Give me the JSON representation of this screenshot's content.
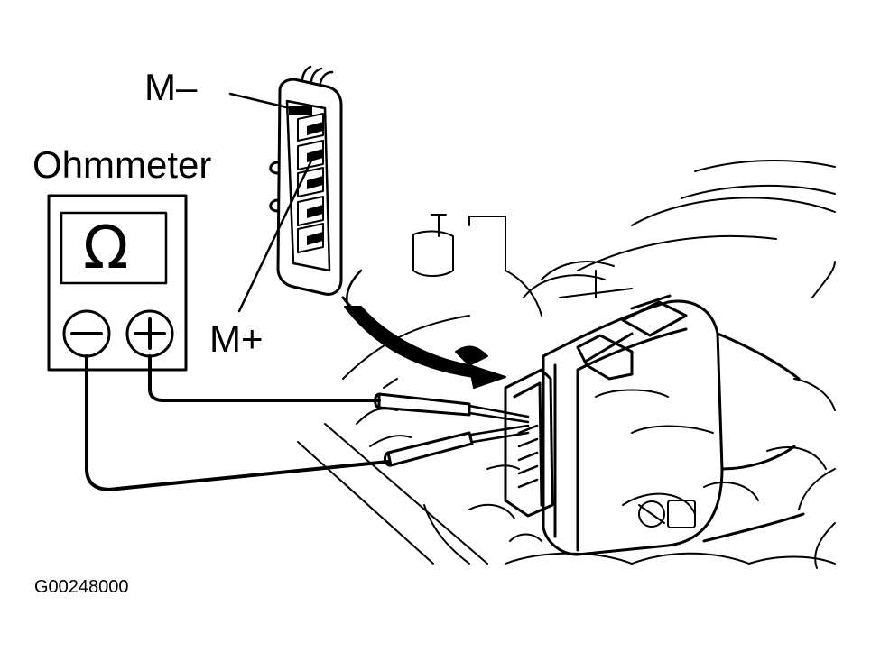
{
  "labels": {
    "m_minus": "M–",
    "ohmmeter": "Ohmmeter",
    "m_plus": "M+",
    "figure_code": "G00248000"
  },
  "meter": {
    "symbol": "Ω",
    "negative": "−",
    "positive": "+"
  },
  "colors": {
    "ink": "#000000",
    "paper": "#ffffff"
  }
}
